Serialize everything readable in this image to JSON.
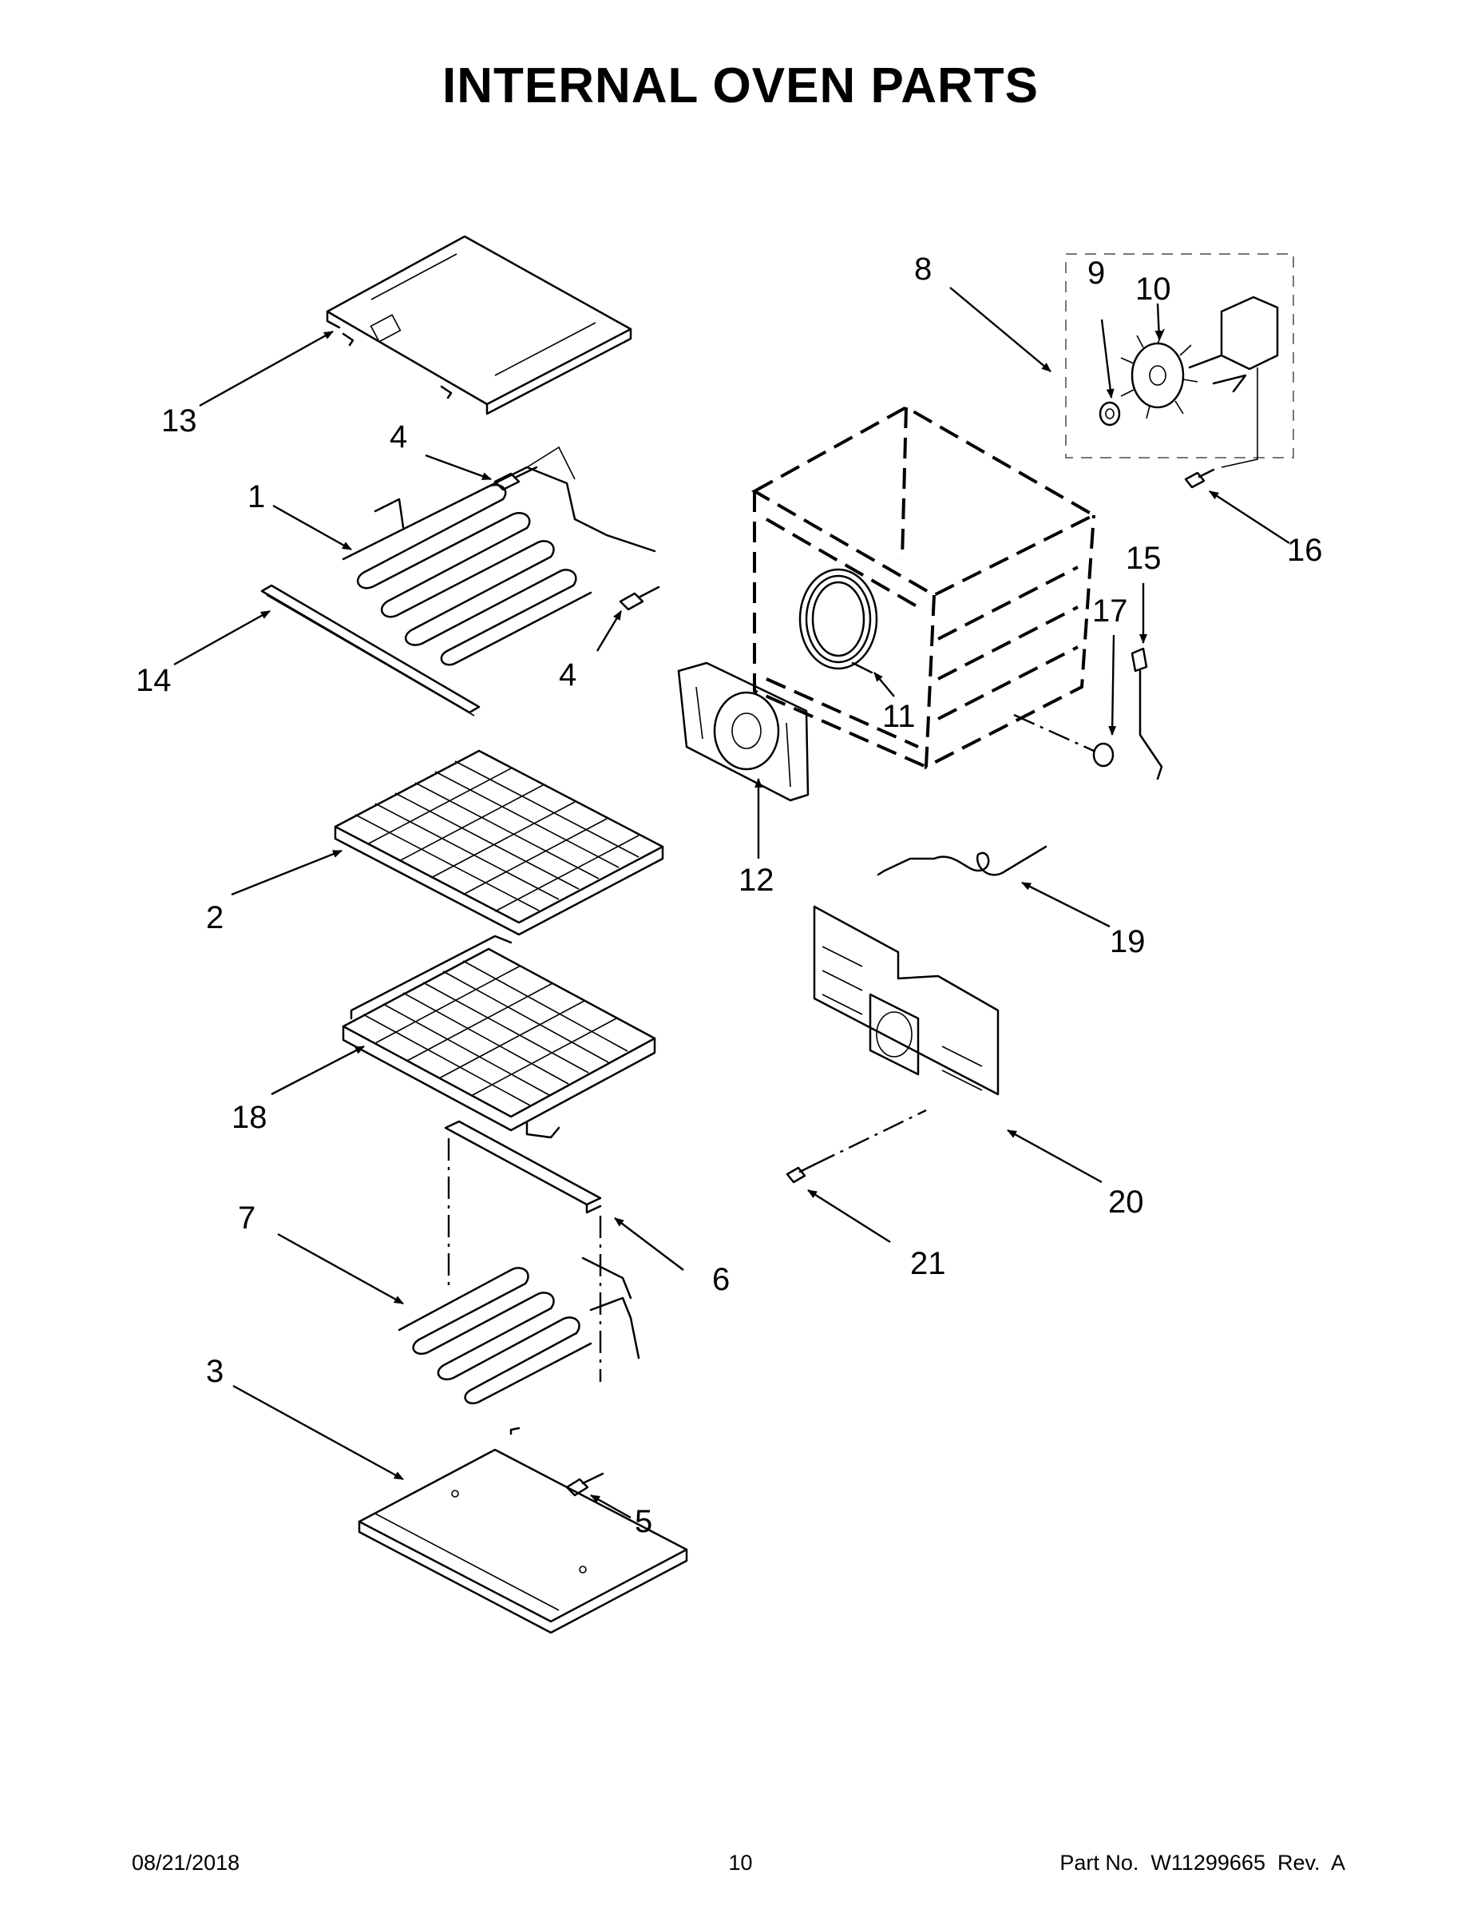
{
  "title": "INTERNAL OVEN PARTS",
  "callouts": {
    "c1": "1",
    "c2": "2",
    "c3": "3",
    "c4a": "4",
    "c4b": "4",
    "c5": "5",
    "c6": "6",
    "c7": "7",
    "c8": "8",
    "c9": "9",
    "c10": "10",
    "c11": "11",
    "c12": "12",
    "c13": "13",
    "c14": "14",
    "c15": "15",
    "c16": "16",
    "c17": "17",
    "c18": "18",
    "c19": "19",
    "c20": "20",
    "c21": "21"
  },
  "footer": {
    "date": "08/21/2018",
    "page": "10",
    "part_number": "Part No.  W11299665  Rev.  A"
  }
}
